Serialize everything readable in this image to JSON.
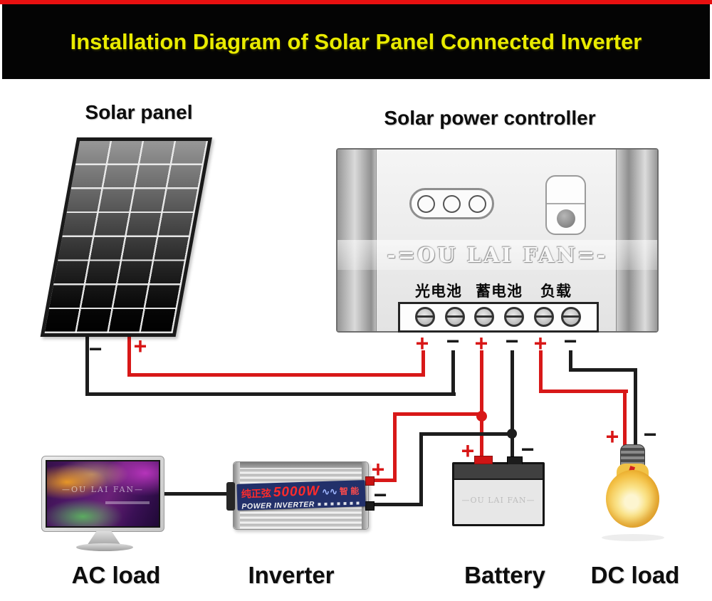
{
  "banner": {
    "title": "Installation Diagram of Solar Panel Connected Inverter"
  },
  "section_labels": {
    "solar_panel": "Solar panel",
    "controller": "Solar power controller",
    "ac_load": "AC load",
    "inverter": "Inverter",
    "battery": "Battery",
    "dc_load": "DC load"
  },
  "symbols": {
    "plus": "+",
    "minus": "−"
  },
  "controller": {
    "brand": "-=OU LAI FAN=-",
    "terminals": [
      "光电池",
      "蓄电池",
      "负载"
    ],
    "led_count": 3,
    "terminal_polarities": [
      "+",
      "−",
      "+",
      "−",
      "+",
      "−"
    ]
  },
  "inverter_label": {
    "cn": "纯正弦",
    "power": "5000W",
    "wave": "∿∿",
    "smart": "智 能",
    "name": "POWER INVERTER"
  },
  "battery": {
    "embossed": "—OU LAI FAN—"
  },
  "monitor": {
    "screen_text": "—OU LAI FAN—"
  },
  "colors": {
    "banner_bg": "#040404",
    "banner_text": "#e9eb00",
    "banner_top_stripe": "#e81010",
    "wire_red": "#d81818",
    "wire_black": "#1d1d1d",
    "led_green": "#4b9a4f",
    "inverter_band": "#22306a",
    "bulb_amber": "#f4c349"
  }
}
